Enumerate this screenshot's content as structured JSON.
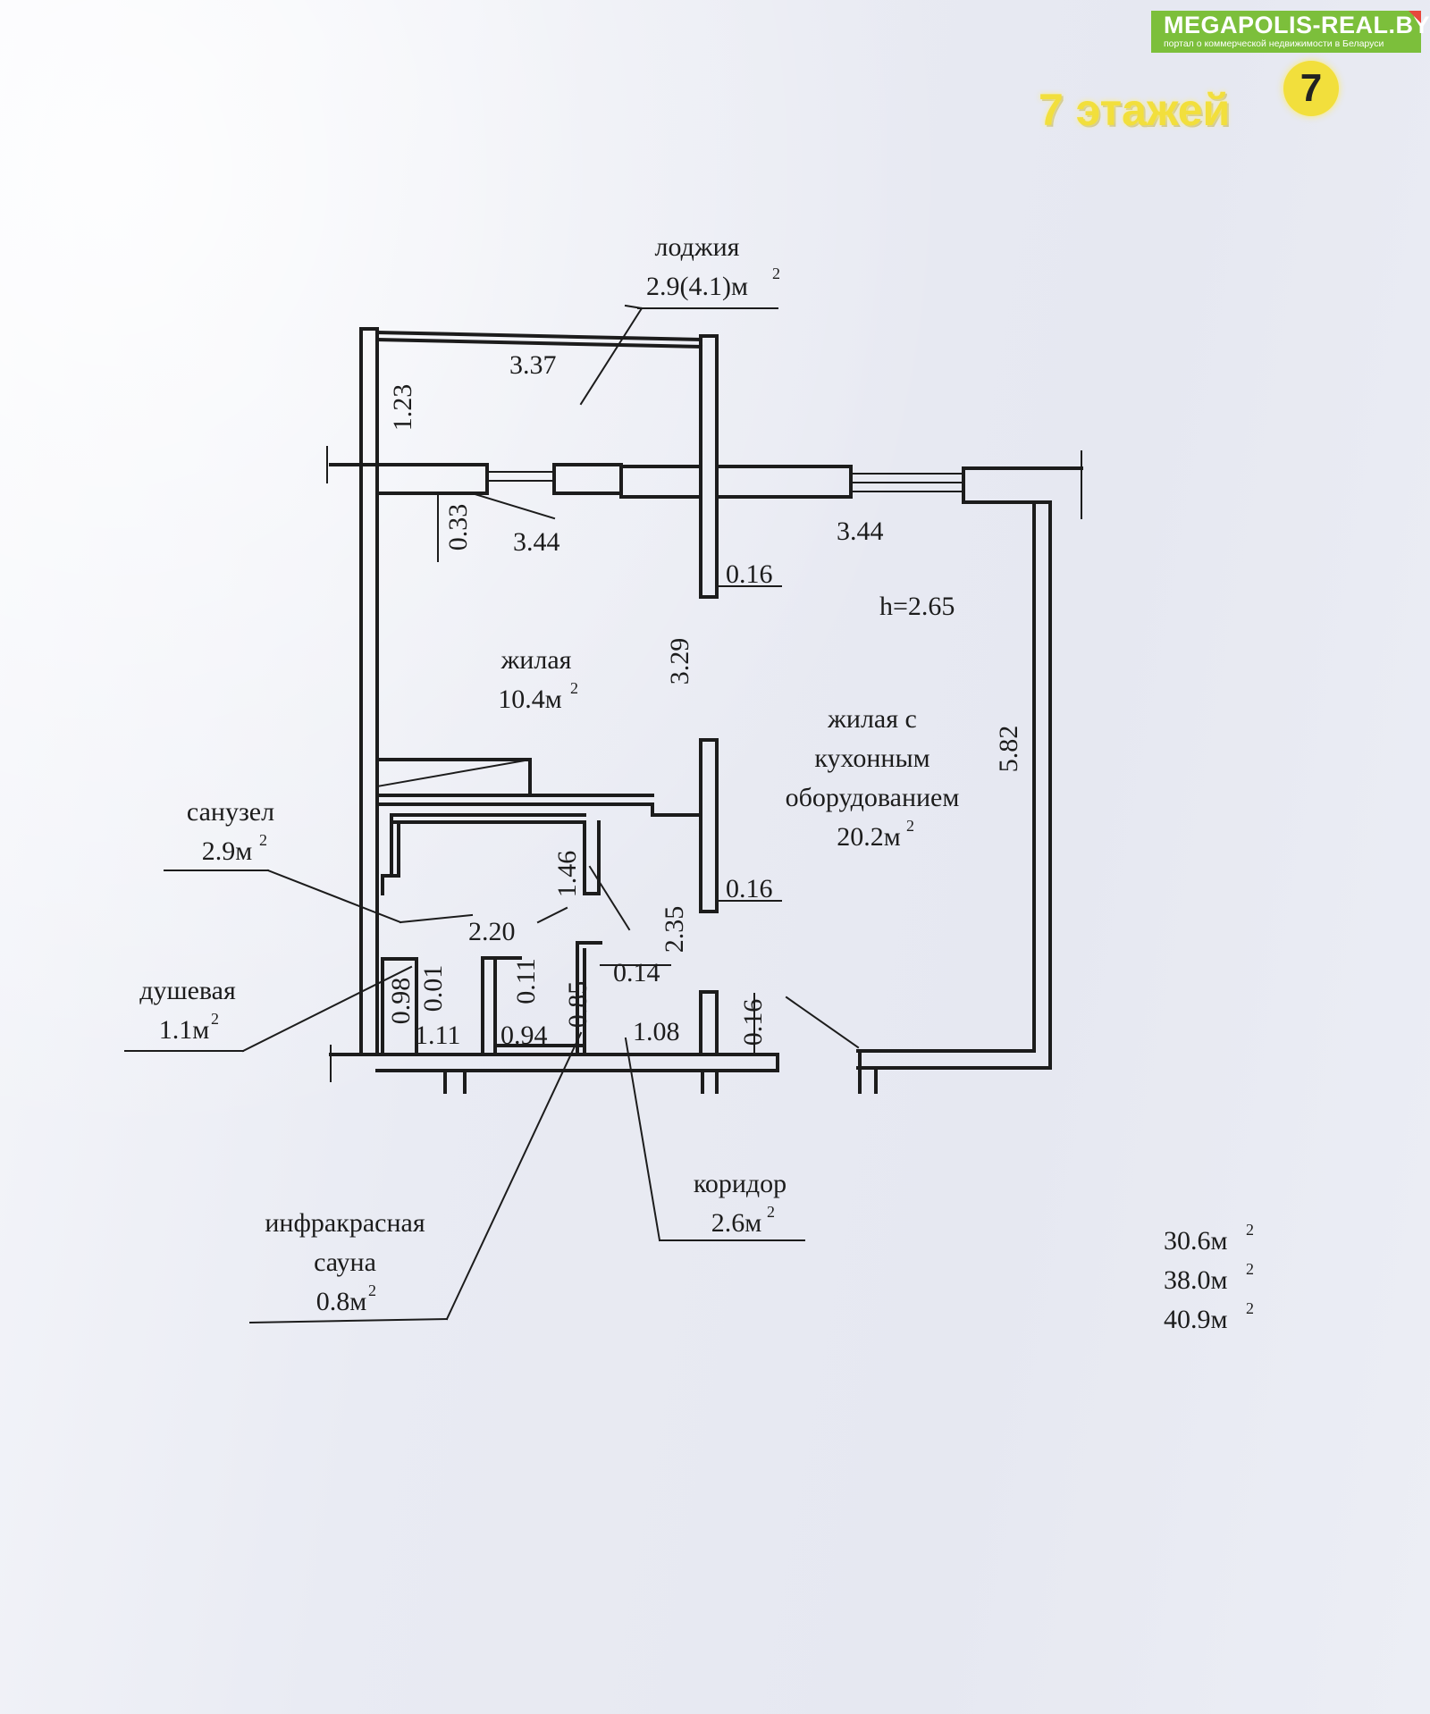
{
  "brand": {
    "name": "MEGAPOLIS-REAL.BY",
    "tagline": "портал о коммерческой недвижимости в Беларуси",
    "color": "#7cbf3b"
  },
  "floors": {
    "label": "7 этажей",
    "badge": "7"
  },
  "rooms": {
    "loggia": {
      "name": "лоджия",
      "area": "2.9(4.1)м"
    },
    "living": {
      "name": "жилая",
      "area": "10.4м"
    },
    "kitchen_living": {
      "line1": "жилая с",
      "line2": "кухонным",
      "line3": "оборудованием",
      "area": "20.2м"
    },
    "bathroom": {
      "name": "санузел",
      "area": "2.9м"
    },
    "shower": {
      "name": "душевая",
      "area": "1.1м"
    },
    "sauna": {
      "line1": "инфракрасная",
      "line2": "сауна",
      "area": "0.8м"
    },
    "corridor": {
      "name": "коридор",
      "area": "2.6м"
    }
  },
  "ceiling_height": "h=2.65",
  "sup": "2",
  "dimensions": {
    "d337": "3.37",
    "d123": "1.23",
    "d033": "0.33",
    "d344a": "3.44",
    "d344b": "3.44",
    "d016a": "0.16",
    "d329": "3.29",
    "d582": "5.82",
    "d146": "1.46",
    "d235": "2.35",
    "d016b": "0.16",
    "d220": "2.20",
    "d014": "0.14",
    "d098": "0.98",
    "d001": "0.01",
    "d011": "0.11",
    "d085": "0.85",
    "d016c": "0.16",
    "d111": "1.11",
    "d094": "0.94",
    "d108": "1.08"
  },
  "totals": [
    "30.6м",
    "38.0м",
    "40.9м"
  ]
}
